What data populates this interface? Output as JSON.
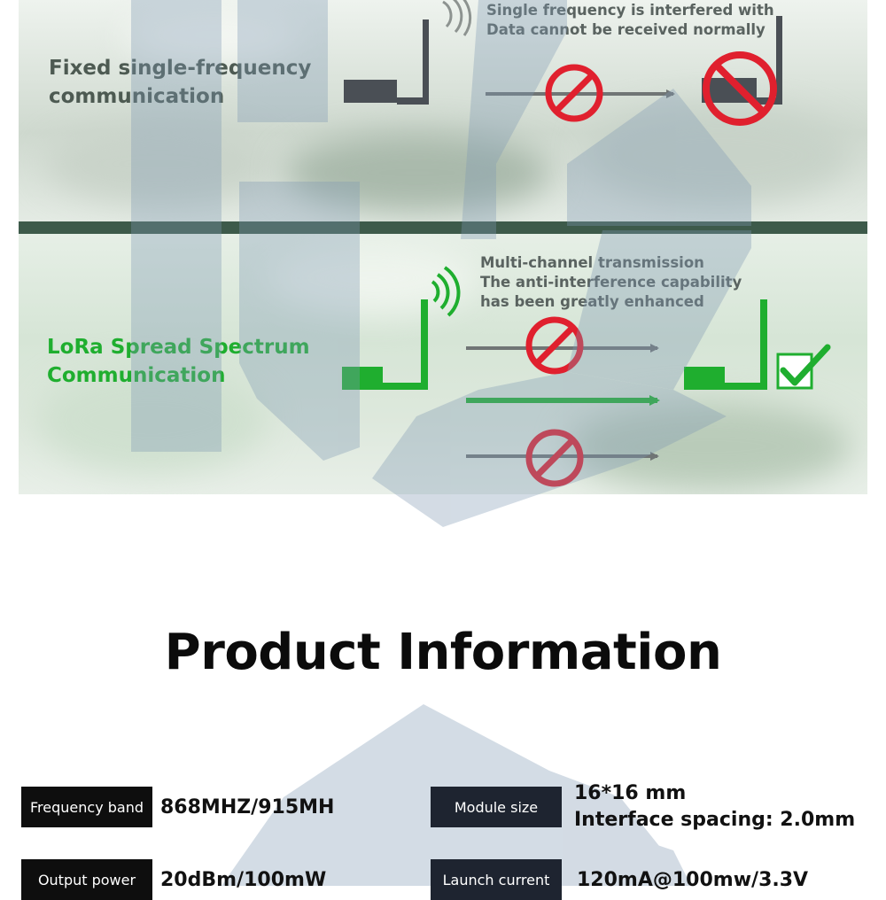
{
  "panels": {
    "fixed": {
      "label_lines": [
        "Fixed single-frequency",
        "communication"
      ],
      "caption_lines": [
        "Single frequency is interfered with",
        "Data cannot be received normally"
      ]
    },
    "lora": {
      "label_lines": [
        "LoRa Spread Spectrum",
        "Communication"
      ],
      "caption_lines": [
        "Multi-channel transmission",
        "The anti-interference capability",
        "has been greatly enhanced"
      ]
    }
  },
  "colors": {
    "lora_green": "#1fae2f",
    "device_gray": "#4a4f55",
    "block_red": "#e0202e",
    "arrow_gray": "#707575",
    "spec_label_bg": "#0e0e0e"
  },
  "icons": [
    "antenna-device-icon",
    "wireless-signal-icon",
    "no-entry-icon",
    "arrow-right-icon",
    "checkmark-box-icon"
  ],
  "product_info": {
    "title": "Product Information",
    "specs": [
      {
        "label": "Frequency band",
        "value_lines": [
          "868MHZ/915MH"
        ]
      },
      {
        "label": "Module size",
        "value_lines": [
          "16*16 mm",
          "Interface spacing: 2.0mm"
        ]
      },
      {
        "label": "Output power",
        "value_lines": [
          "20dBm/100mW"
        ]
      },
      {
        "label": "Launch current",
        "value_lines": [
          "120mA@100mw/3.3V"
        ]
      }
    ]
  }
}
